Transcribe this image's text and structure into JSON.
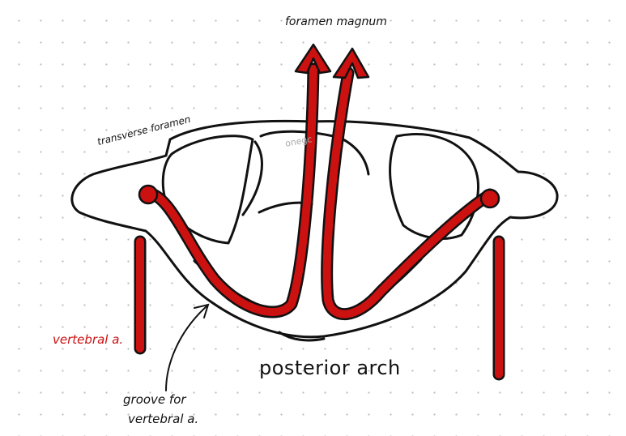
{
  "labels": {
    "foramen_magnum": "foramen magnum",
    "transverse_foramen": "transverse foramen",
    "vertebral_artery": "vertebral a.",
    "posterior_arch": "posterior arch",
    "groove_line1": "groove for",
    "groove_line2": "vertebral a.",
    "watermark": "onegc"
  },
  "colors": {
    "artery": "#cc1111",
    "ink": "#111111",
    "vertebral_label": "#cc1111",
    "watermark": "#aaaaaa"
  }
}
